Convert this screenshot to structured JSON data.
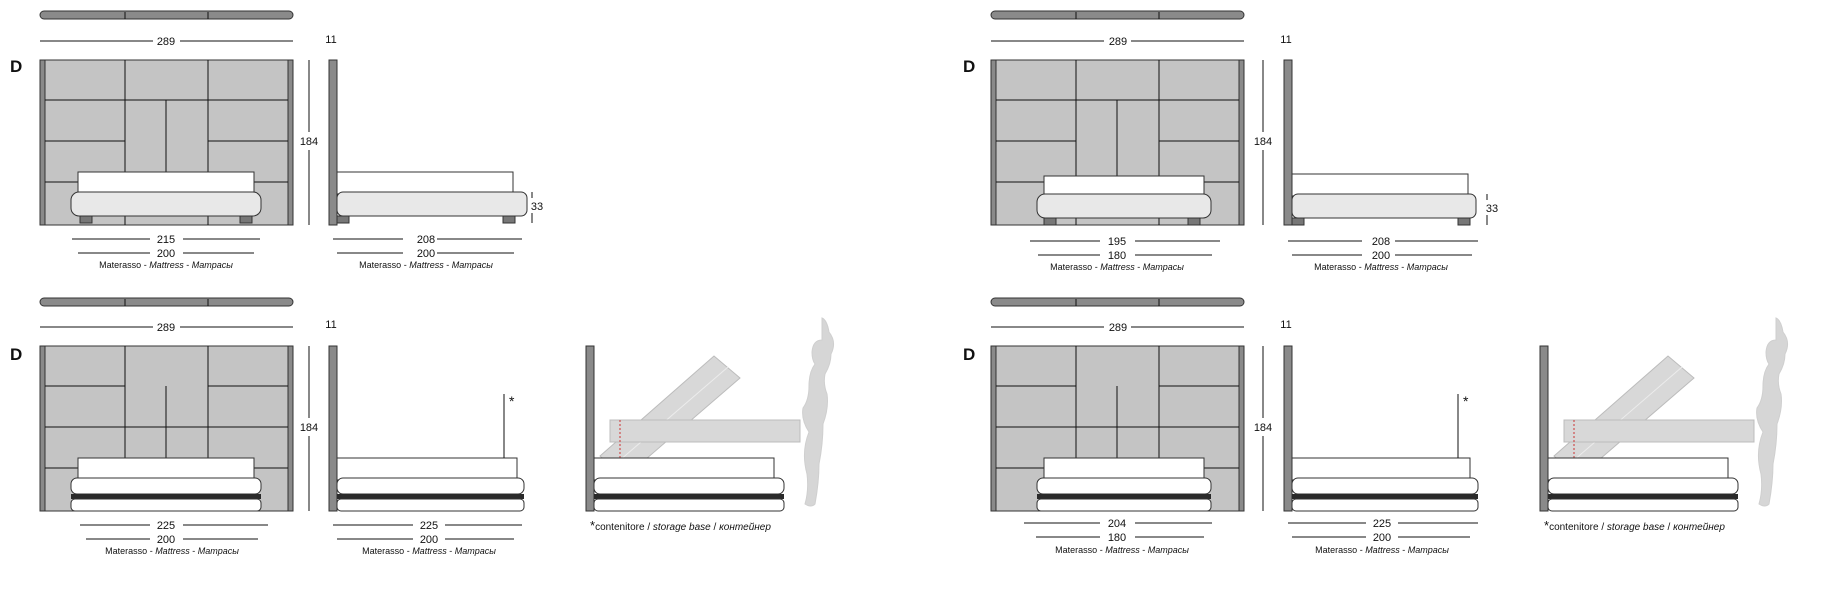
{
  "variant_letter": "D",
  "depth_label": "11",
  "height_label": "184",
  "width_overall": "289",
  "height_base": "33",
  "caption": {
    "it": "Materasso",
    "en": "Mattress",
    "ru": "Матрасы",
    "sep": " - "
  },
  "storage_note": {
    "star": "*",
    "it": "contenitore",
    "en": "storage base",
    "ru": "контейнер",
    "sep": " / "
  },
  "drawings": {
    "top_left": {
      "front_outer": "215",
      "front_mattress": "200",
      "side_outer": "208",
      "side_mattress": "200"
    },
    "top_right": {
      "front_outer": "195",
      "front_mattress": "180",
      "side_outer": "208",
      "side_mattress": "200"
    },
    "bottom_left": {
      "front_outer": "225",
      "front_mattress": "200",
      "side_outer": "225",
      "side_mattress": "200"
    },
    "bottom_right": {
      "front_outer": "204",
      "front_mattress": "180",
      "side_outer": "225",
      "side_mattress": "200"
    }
  },
  "colors": {
    "panel": "#c4c4c4",
    "rail": "#8a8a8a",
    "line": "#111111",
    "lift_arrow": "#cc3333"
  }
}
